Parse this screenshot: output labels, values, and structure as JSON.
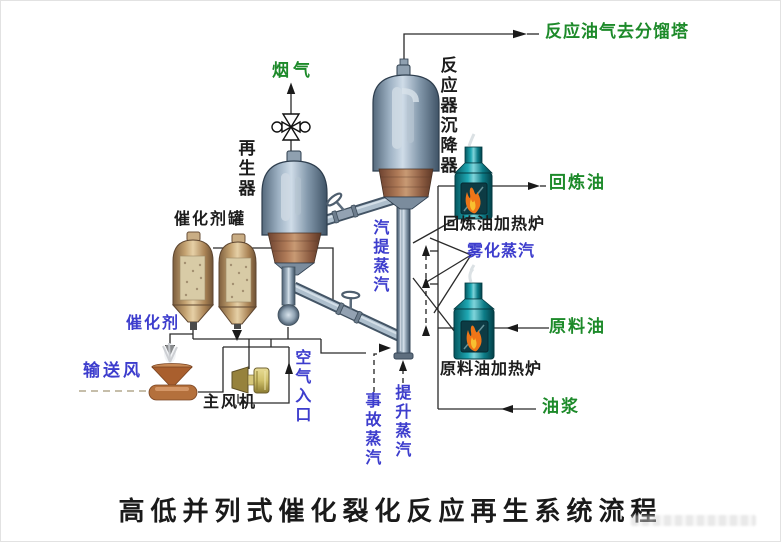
{
  "diagram": {
    "title": "高低并列式催化裂化反应再生系统流程",
    "labels": {
      "reaction_oil_gas": "反应油气去分馏塔",
      "flue_gas": "烟气",
      "reactor_settler": "反应器沉降器",
      "regenerator": "再生器",
      "catalyst_tanks": "催化剂罐",
      "catalyst": "催化剂",
      "transport_air": "输送风",
      "main_blower": "主风机",
      "air_inlet": "空气入口",
      "stripping_steam": "汽提蒸汽",
      "emergency_steam": "事故蒸汽",
      "lifting_steam": "提升蒸汽",
      "recycle_oil": "回炼油",
      "recycle_oil_heater": "回炼油加热炉",
      "atomizing_steam": "雾化蒸汽",
      "raw_oil": "原料油",
      "raw_oil_heater": "原料油加热炉",
      "oil_slurry": "油浆"
    },
    "colors": {
      "stream_label_green": "#1d8a2a",
      "steam_label_blue": "#3d3dcd",
      "equipment_label_black": "#1c1c1c",
      "vessel_steel": "#8fa0b2",
      "vessel_band_brown": "#9a6a4e",
      "tank_bronze": "#c2a37c",
      "furnace_teal": "#0e8691",
      "flame_orange": "#ee7518",
      "hopper_copper": "#b4703c",
      "blower_brass": "#cfc06a"
    }
  }
}
